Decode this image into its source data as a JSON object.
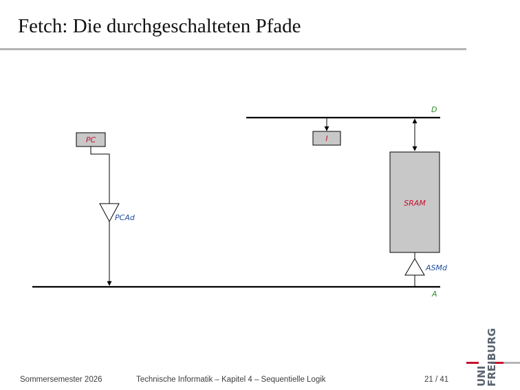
{
  "slide": {
    "title": "Fetch: Die durchgeschalteten Pfade"
  },
  "diagram": {
    "registers": {
      "pc": "PC",
      "ir": "I"
    },
    "memory": {
      "label": "SRAM"
    },
    "drivers": {
      "pc_driver": "PCAd",
      "mem_driver": "ASMd"
    },
    "buses": {
      "data": "D",
      "address": "A"
    },
    "colors": {
      "component_fill": "#c8c8c8",
      "component_label": "#c8102e",
      "driver_label": "#1f4e9a",
      "bus_label": "#2e8b2e",
      "wire": "#000000"
    }
  },
  "footer": {
    "semester": "Sommersemester 2026",
    "course": "Technische Informatik –  Kapitel 4 – Sequentielle Logik",
    "page": "21 / 41"
  },
  "logo": {
    "line1": "UNI",
    "line2": "FREIBURG"
  }
}
